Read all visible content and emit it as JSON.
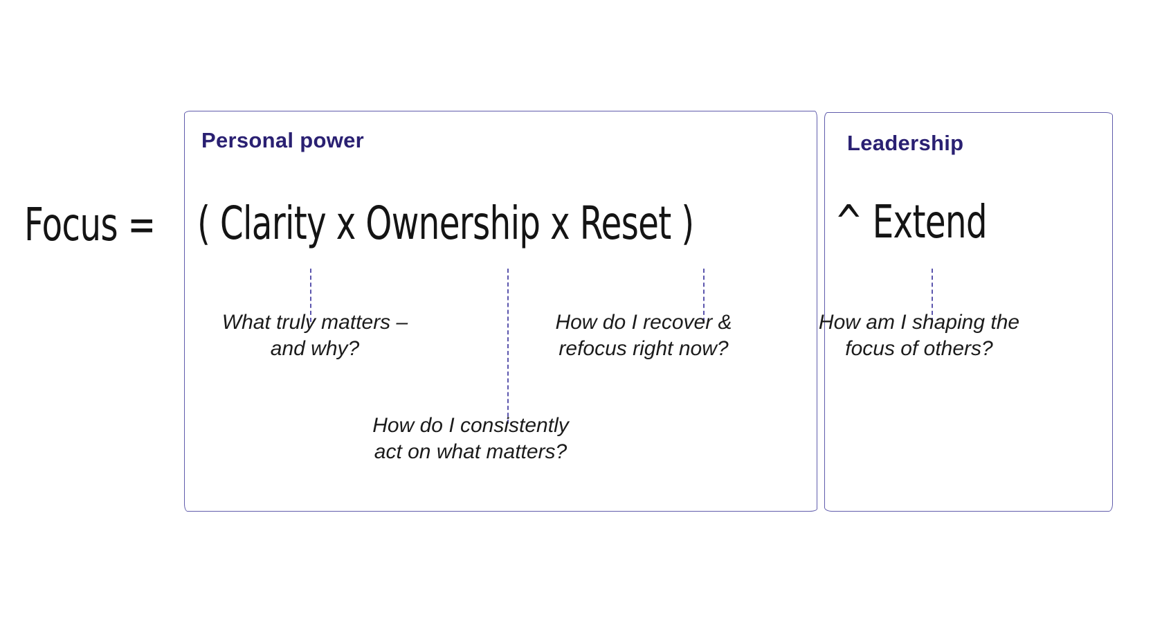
{
  "title": "Focus formula diagram",
  "colors": {
    "background": "#ffffff",
    "box_border": "#5f5bab",
    "heading": "#2a2072",
    "handwriting_ink": "#141414",
    "connector_dash": "#5b55ad",
    "question_text": "#1b1b1b"
  },
  "formula": {
    "prefix": "Focus =",
    "personal_part": "( Clarity x Ownership x Reset )",
    "leadership_part": "^ Extend"
  },
  "boxes": [
    {
      "label": "Personal power"
    },
    {
      "label": "Leadership"
    }
  ],
  "questions": [
    {
      "term": "Clarity",
      "lines": [
        "What truly matters –",
        "and why?"
      ]
    },
    {
      "term": "Ownership",
      "lines": [
        "How do I consistently",
        "act on what matters?"
      ]
    },
    {
      "term": "Reset",
      "lines": [
        "How do I recover &",
        "refocus right now?"
      ]
    },
    {
      "term": "Extend",
      "lines": [
        "How am I shaping the",
        "focus of others?"
      ]
    }
  ]
}
